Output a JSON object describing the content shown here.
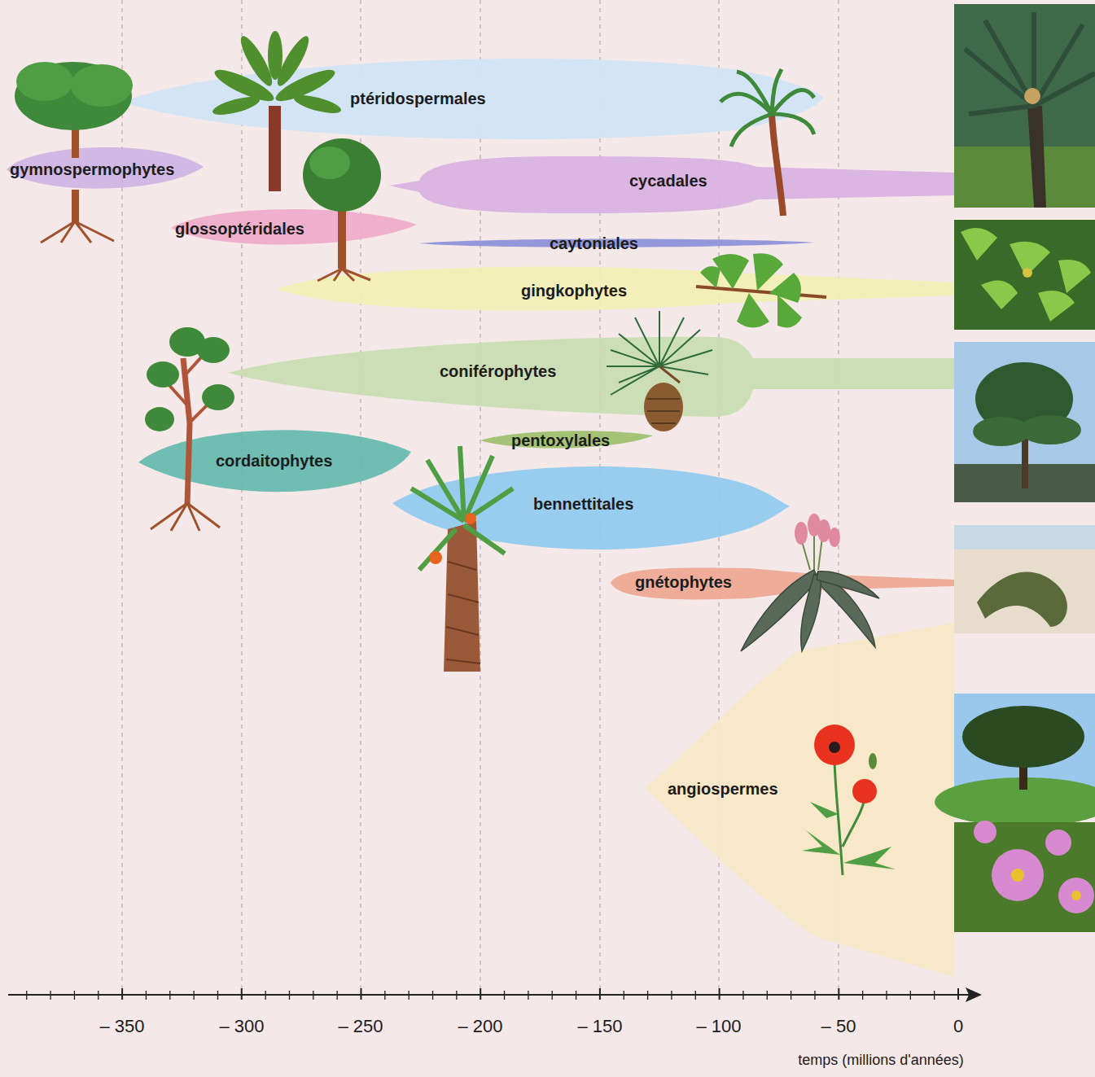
{
  "diagram": {
    "nodes": [
      {
        "text": [
          "ptéridospermales"
        ]
      },
      {
        "text": [
          "gymnospermophytes"
        ]
      },
      {
        "text": [
          "cycadales"
        ]
      },
      {
        "text": [
          "glossoptéridales"
        ]
      },
      {
        "text": [
          "caytoniales"
        ]
      },
      {
        "text": [
          "gingkophytes"
        ]
      },
      {
        "text": [
          "coniférophytes"
        ]
      },
      {
        "text": [
          "pentoxylales"
        ]
      },
      {
        "text": [
          "cordaitophytes"
        ]
      },
      {
        "text": [
          "bennettitales"
        ]
      },
      {
        "text": [
          "gnétophytes"
        ]
      },
      {
        "text": [
          "angiospermes"
        ]
      }
    ],
    "labels": [
      "– 350",
      "– 300",
      "– 250",
      "– 200",
      "– 150",
      "– 100",
      "– 50",
      "0",
      "temps (millions d'années)"
    ]
  }
}
